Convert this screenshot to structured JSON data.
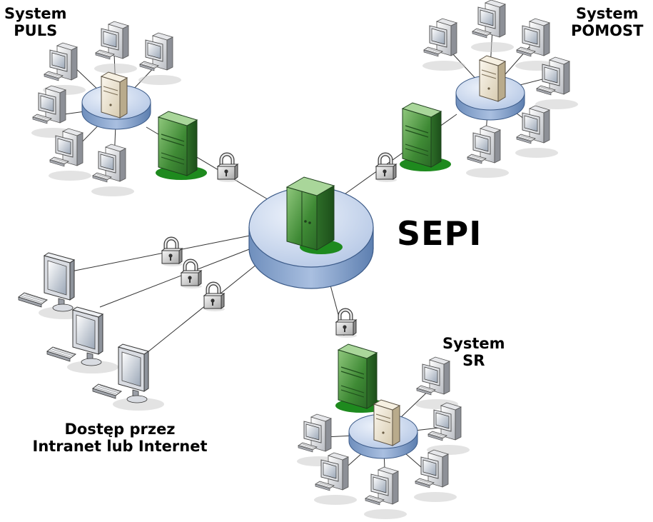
{
  "diagram": {
    "center_label": "SEPI",
    "systems": {
      "puls": {
        "line1": "System",
        "line2": "PULS"
      },
      "pomost": {
        "line1": "System",
        "line2": "POMOST"
      },
      "sr": {
        "line1": "System",
        "line2": "SR"
      }
    },
    "access": {
      "line1": "Dostęp przez",
      "line2": "Intranet lub Internet"
    }
  },
  "colors": {
    "hub_top": "#c9d7ee",
    "hub_side": "#7f9ec8",
    "server_green": "#3e8a3a",
    "server_beige": "#e9e1cf",
    "link_line": "#333333"
  },
  "icons": [
    "server-icon",
    "lock-icon",
    "workstation-icon",
    "monitor-icon",
    "keyboard-icon",
    "hub-icon"
  ]
}
